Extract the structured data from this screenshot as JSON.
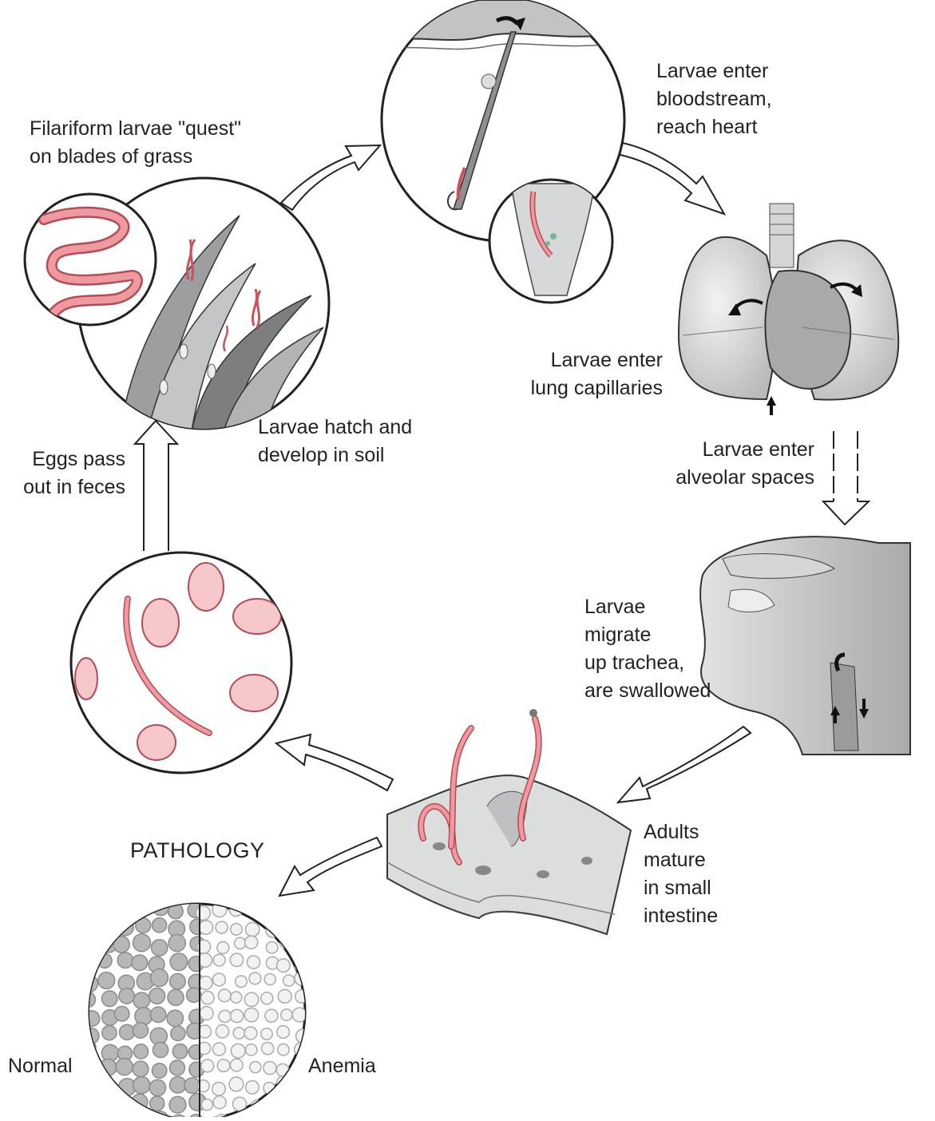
{
  "colors": {
    "worm": "#e07a82",
    "worm_outline": "#b34c55",
    "egg_fill": "#f6c7cb",
    "tissue_gray": "#c9cacb",
    "outline": "#222222",
    "arrow_fill": "#ffffff"
  },
  "labels": {
    "quest": "Filariform larvae \"quest\"\non blades of grass",
    "bloodstream": "Larvae enter\nbloodstream,\nreach heart",
    "lung_capillaries": "Larvae enter\nlung capillaries",
    "alveolar": "Larvae enter\nalveolar spaces",
    "trachea": "Larvae\nmigrate\nup trachea,\nare swallowed",
    "adults": "Adults\nmature\nin small\nintestine",
    "hatch": "Larvae hatch and\ndevelop in soil",
    "eggs": "Eggs pass\nout in feces",
    "pathology_title": "PATHOLOGY",
    "normal": "Normal",
    "anemia": "Anemia"
  },
  "icons": {
    "grass": "grass-blade-icon",
    "skin": "skin-penetration-icon",
    "lungs": "lungs-heart-icon",
    "head": "head-trachea-icon",
    "intestine": "intestine-block-icon",
    "eggs": "egg-icon",
    "blood": "blood-cells-icon"
  }
}
